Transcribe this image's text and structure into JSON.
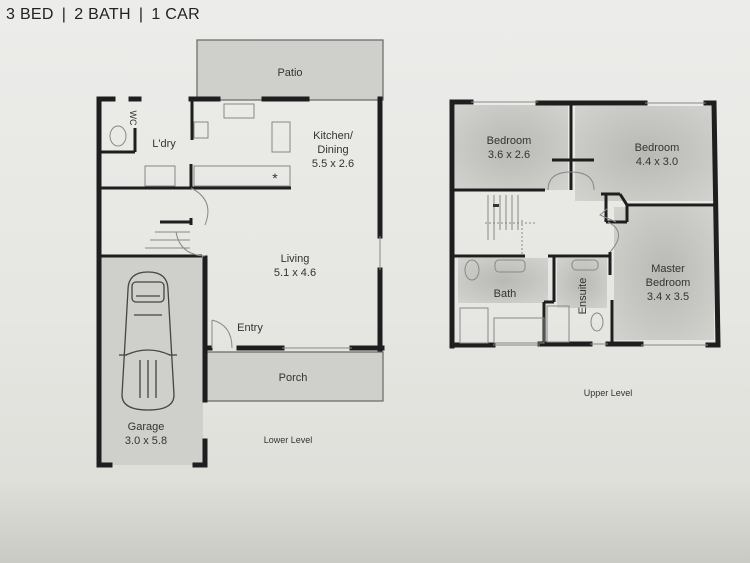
{
  "header": {
    "beds": "3 BED",
    "baths": "2 BATH",
    "cars": "1 CAR",
    "separator": "|"
  },
  "lower_level": {
    "title": "Lower Level",
    "rooms": {
      "patio": {
        "name": "Patio"
      },
      "laundry": {
        "name": "L'dry"
      },
      "wc": {
        "name": "WC"
      },
      "kitchen": {
        "name_line1": "Kitchen/",
        "name_line2": "Dining",
        "size": "5.5 x 2.6"
      },
      "living": {
        "name": "Living",
        "size": "5.1 x 4.6"
      },
      "entry": {
        "name": "Entry"
      },
      "porch": {
        "name": "Porch"
      },
      "garage": {
        "name": "Garage",
        "size": "3.0 x 5.8"
      }
    }
  },
  "upper_level": {
    "title": "Upper Level",
    "rooms": {
      "bedroom2": {
        "name": "Bedroom",
        "size": "3.6 x 2.6"
      },
      "bedroom3": {
        "name": "Bedroom",
        "size": "4.4 x 3.0"
      },
      "master": {
        "name_line1": "Master",
        "name_line2": "Bedroom",
        "size": "3.4 x 3.5"
      },
      "bath": {
        "name": "Bath"
      },
      "ensuite": {
        "name": "Ensuite"
      }
    }
  },
  "colors": {
    "wall": "#1e1e1e",
    "shaded_room": "#c9c9c5",
    "paper": "#e8e8e4",
    "text": "#333333"
  }
}
